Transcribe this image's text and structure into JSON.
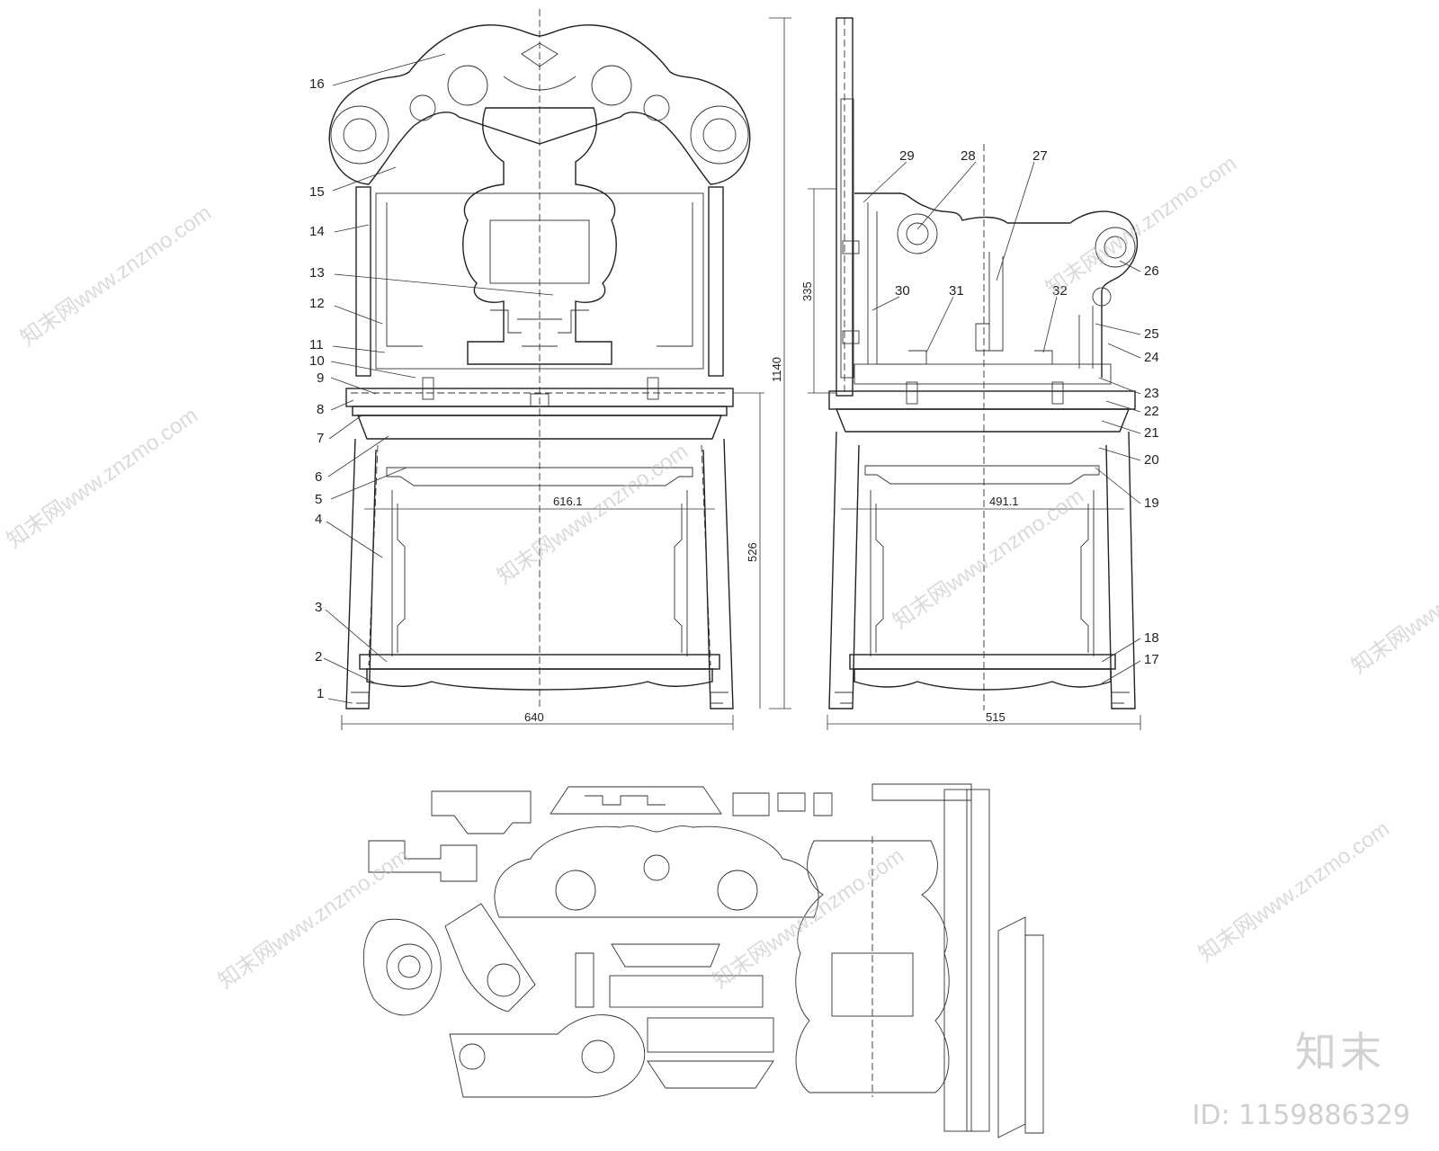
{
  "drawing": {
    "front_view": {
      "callouts": [
        "1",
        "2",
        "3",
        "4",
        "5",
        "6",
        "7",
        "8",
        "9",
        "10",
        "11",
        "12",
        "13",
        "14",
        "15",
        "16"
      ],
      "dims": {
        "width": "640",
        "inner_width": "616.1",
        "height_total": "1140",
        "seat_height": "526"
      }
    },
    "side_view": {
      "callouts": [
        "17",
        "18",
        "19",
        "20",
        "21",
        "22",
        "23",
        "24",
        "25",
        "26",
        "27",
        "28",
        "29",
        "30",
        "31",
        "32"
      ],
      "dims": {
        "width": "515",
        "inner_width": "491.1",
        "back_height": "335"
      }
    },
    "parts_sheet": {
      "part_count_shown": 22
    }
  },
  "watermark": {
    "text": "知末网www.znzmo.com"
  },
  "brand": {
    "text": "知末"
  },
  "image_id": {
    "text": "ID: 1159886329"
  },
  "colors": {
    "line": "#222222",
    "watermark": "#bdbdbd",
    "background": "#ffffff"
  }
}
